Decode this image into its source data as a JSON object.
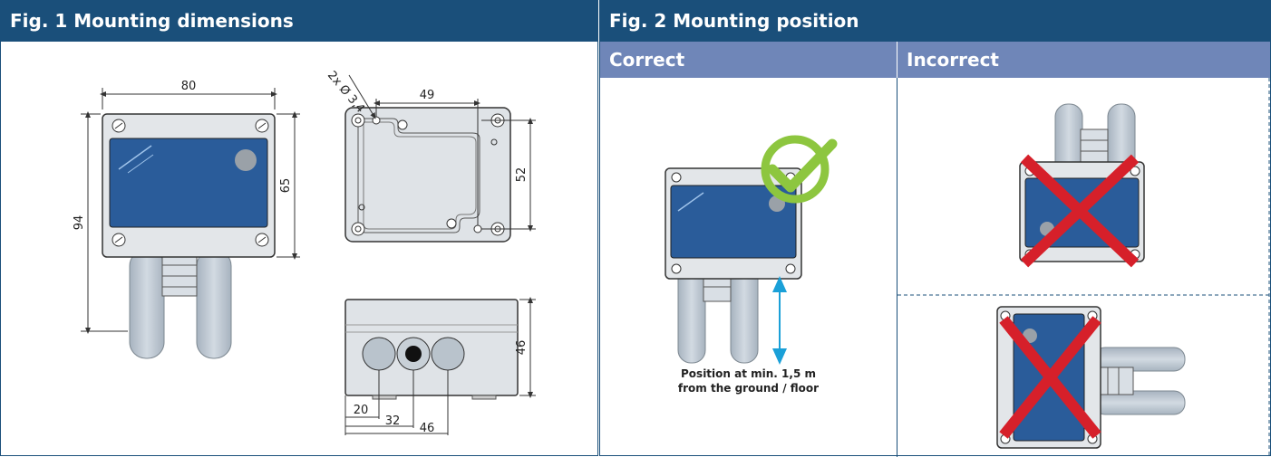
{
  "fig1": {
    "title": "Fig. 1 Mounting dimensions",
    "dimensions": {
      "width_front": "80",
      "height_total": "94",
      "height_body": "65",
      "hole_label": "2x Ø 3,4",
      "hole_spacing_h": "49",
      "hole_spacing_v": "52",
      "depth": "46",
      "gland_1": "20",
      "gland_2": "32",
      "gland_3": "46"
    }
  },
  "fig2": {
    "title": "Fig. 2 Mounting position",
    "correct_label": "Correct",
    "incorrect_label": "Incorrect",
    "note_line1": "Position at min. 1,5 m",
    "note_line2": "from the ground / floor"
  },
  "colors": {
    "header": "#1a4f7a",
    "subheader": "#6f86b8",
    "device_panel": "#2a5c9a",
    "check": "#8dc63f",
    "cross": "#d6202a",
    "arrow": "#1aa0d8"
  }
}
